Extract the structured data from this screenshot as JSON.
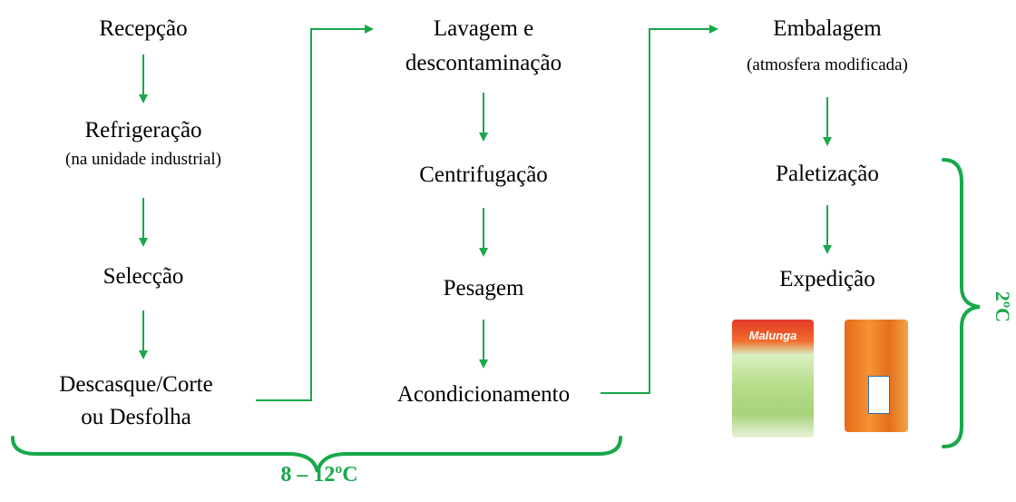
{
  "column1": {
    "step1": "Recepção",
    "step2": "Refrigeração",
    "step2_note": "(na unidade industrial)",
    "step3": "Selecção",
    "step4_line1": "Descasque/Corte",
    "step4_line2": "ou Desfolha"
  },
  "column2": {
    "step1_line1": "Lavagem e",
    "step1_line2": "descontaminação",
    "step2": "Centrifugação",
    "step3": "Pesagem",
    "step4": "Acondicionamento"
  },
  "column3": {
    "step1": "Embalagem",
    "step1_note": "(atmosfera modificada)",
    "step2": "Paletização",
    "step3": "Expedição"
  },
  "temperatures": {
    "bottom": "8 – 12ºC",
    "right": "2ºC"
  },
  "product_label": "Malunga",
  "colors": {
    "accent": "#18a84a"
  }
}
